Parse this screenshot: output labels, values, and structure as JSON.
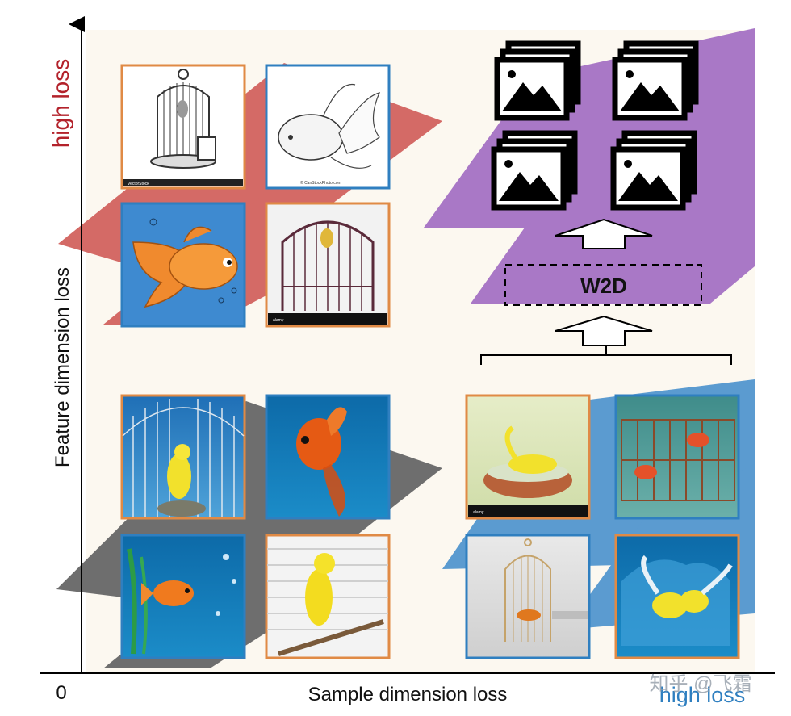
{
  "axes": {
    "origin_label": "0",
    "x_axis_label": "Sample dimension loss",
    "y_axis_label": "Feature dimension loss",
    "x_high_label": "high loss",
    "y_high_label": "high loss"
  },
  "w2d_box": {
    "label": "W2D"
  },
  "watermark": {
    "text": "知乎 @飞霜"
  },
  "image_captions": {
    "vectorstock": "VectorStock",
    "alamy": "alamy",
    "canstock": "© CanStockPhoto.com"
  },
  "colors": {
    "background_panel": "#fcf8f0",
    "high_feature_plane": "#d46a66",
    "low_loss_plane": "#6e6e6e",
    "high_sample_plane": "#5b9bd0",
    "w2d_plane": "#a978c6",
    "frame_orange": "#e08a45",
    "frame_blue": "#2f7fc0"
  },
  "image_tiles": [
    {
      "name": "bird-cage-sketch",
      "frame": "orange"
    },
    {
      "name": "goldfish-sketch",
      "frame": "blue"
    },
    {
      "name": "goldfish-drawing",
      "frame": "blue"
    },
    {
      "name": "cage-with-bird-photo",
      "frame": "orange"
    },
    {
      "name": "canary-in-cage-photo",
      "frame": "orange"
    },
    {
      "name": "goldfish-photo",
      "frame": "blue"
    },
    {
      "name": "goldfish-in-water-photo",
      "frame": "blue"
    },
    {
      "name": "canary-on-perch-photo",
      "frame": "orange"
    },
    {
      "name": "canary-bathing-photo",
      "frame": "orange"
    },
    {
      "name": "fish-in-cage-photo",
      "frame": "blue"
    },
    {
      "name": "goldfish-in-cage-photo",
      "frame": "blue"
    },
    {
      "name": "canaries-splashing-photo",
      "frame": "orange"
    }
  ],
  "icons": [
    "image-stack-icon",
    "image-stack-icon",
    "image-stack-icon",
    "image-stack-icon"
  ]
}
